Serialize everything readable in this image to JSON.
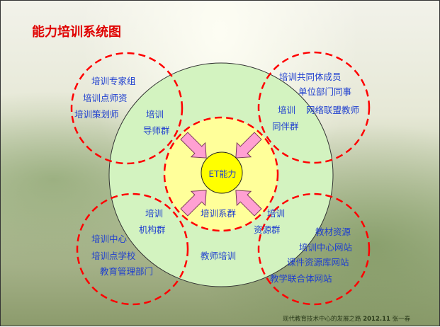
{
  "title": "能力培训系统图",
  "center": "ET能力",
  "groups": {
    "top_left": {
      "items": [
        "培训专家组",
        "培训点师资",
        "培训策划师"
      ],
      "name_line1": "培训",
      "name_line2": "导师群"
    },
    "top_right": {
      "items": [
        "培训共同体成员",
        "单位部门同事",
        "网络联盟教师"
      ],
      "name_line1": "培训",
      "name_line2": "同伴群"
    },
    "bottom_left": {
      "items": [
        "培训中心",
        "培训点学校",
        "教育管理部门"
      ],
      "name_line1": "培训",
      "name_line2": "机构群"
    },
    "bottom_right": {
      "items": [
        "教材资源",
        "培训中心网站",
        "课件资源库网站",
        "教学联合体网站"
      ],
      "name_line1": "培训",
      "name_line2": "资源群"
    }
  },
  "inner_label": "培训系群",
  "outer_label": "教师培训",
  "footer": {
    "text": "现代教育技术中心的发展之路",
    "year": "2012.11",
    "author": "张一春"
  },
  "colors": {
    "title": "#e00000",
    "label_blue": "#1f3fcf",
    "outer_circle": "#d3f3c0",
    "middle_circle": "#ffff9a",
    "center_circle": "#ffff00",
    "dashed_red": "#ff0000",
    "arrow_fill": "#ffa0d2"
  }
}
